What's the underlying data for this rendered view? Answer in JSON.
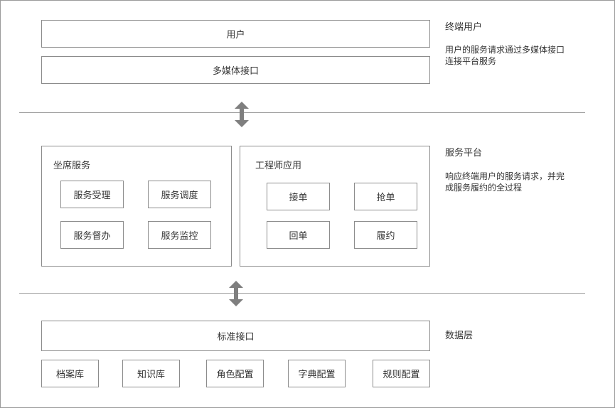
{
  "user_layer": {
    "user_box": "用户",
    "interface_box": "多媒体接口",
    "label": "终端用户",
    "desc_line1": "用户的服务请求通过多媒体接口",
    "desc_line2": "连接平台服务"
  },
  "platform_layer": {
    "seat_panel": {
      "title": "坐席服务",
      "items": [
        "服务受理",
        "服务调度",
        "服务督办",
        "服务监控"
      ]
    },
    "engineer_panel": {
      "title": "工程师应用",
      "items": [
        "接单",
        "抢单",
        "回单",
        "履约"
      ]
    },
    "label": "服务平台",
    "desc_line1": "响应终端用户的服务请求，并完",
    "desc_line2": "成服务履约的全过程"
  },
  "data_layer": {
    "standard_interface": "标准接口",
    "items": [
      "档案库",
      "知识库",
      "角色配置",
      "字典配置",
      "规则配置"
    ],
    "label": "数据层"
  },
  "colors": {
    "border": "#8c8c8c",
    "divider": "#9a9a9a",
    "arrow": "#7f7f7f",
    "text": "#333333"
  }
}
